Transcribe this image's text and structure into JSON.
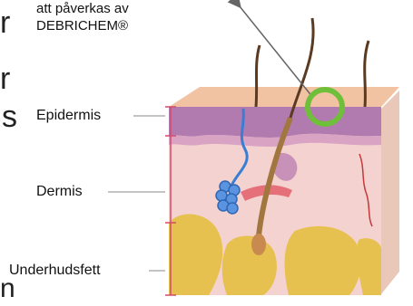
{
  "top_note": {
    "line1": "att påverkas av",
    "line2": "DEBRICHEM®"
  },
  "labels": {
    "epidermis": "Epidermis",
    "dermis": "Dermis",
    "subcutis": "Underhudsfett"
  },
  "edge_fragments": {
    "a": "r",
    "b": "r",
    "c": "s",
    "d": "n"
  },
  "colors": {
    "epidermis_band": "#b27bb0",
    "skin_surface": "#f2c3a3",
    "dermis": "#f4d2cf",
    "fat": "#e6c14f",
    "highlight_ring": "#6fbf3a",
    "vessel": "#3a7ed4",
    "bracket_line": "#d34b6c"
  },
  "icons": {
    "arrow": "arrow-up-left-icon",
    "ring": "target-circle-icon"
  }
}
